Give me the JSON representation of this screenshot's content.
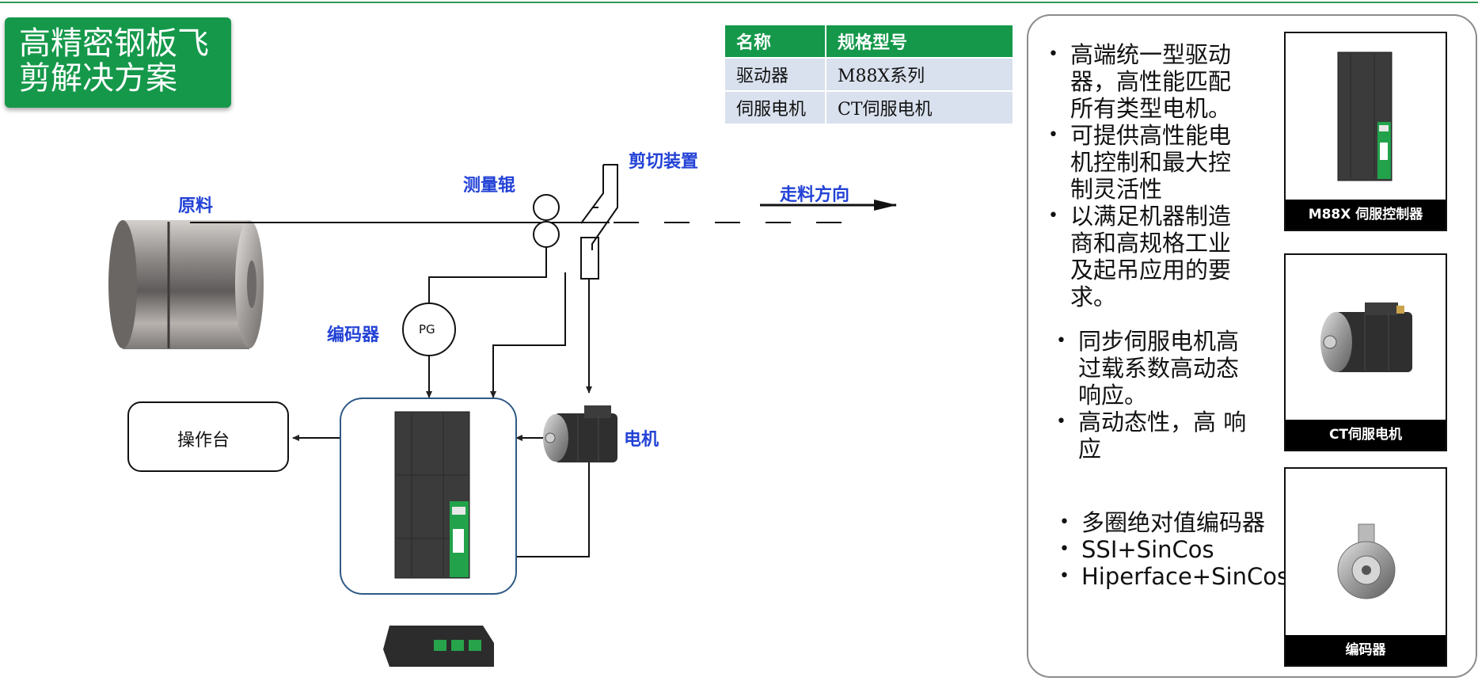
{
  "title": {
    "line1": "高精密钢板飞",
    "line2": "剪解决方案"
  },
  "spec_table": {
    "headers": [
      "名称",
      "规格型号"
    ],
    "rows": [
      [
        "驱动器",
        "M88X系列"
      ],
      [
        "伺服电机",
        "CT伺服电机"
      ]
    ]
  },
  "diagram": {
    "raw_material": "原料",
    "measuring_roller": "测量辊",
    "cutting_device": "剪切装置",
    "feed_direction": "走料方向",
    "encoder": "编码器",
    "pg": "PG",
    "console": "操作台",
    "motor": "电机"
  },
  "features": {
    "drive": [
      "高端统一型驱动器，高性能匹配所有类型电机。",
      "可提供高性能电机控制和最大控制灵活性",
      "以满足机器制造商和高规格工业及起吊应用的要求。"
    ],
    "motor": [
      "同步伺服电机高过载系数高动态响应。",
      "高动态性，高 响应"
    ],
    "encoder": [
      "多圈绝对值编码器",
      "SSI+SinCos",
      "Hiperface+SinCos"
    ]
  },
  "products": {
    "drive_caption": "M88X 伺服控制器",
    "motor_caption": "CT伺服电机",
    "encoder_caption": "编码器"
  },
  "colors": {
    "accent_green": "#15984a",
    "table_row": "#d9e1ee",
    "label_blue": "#2342d6"
  }
}
